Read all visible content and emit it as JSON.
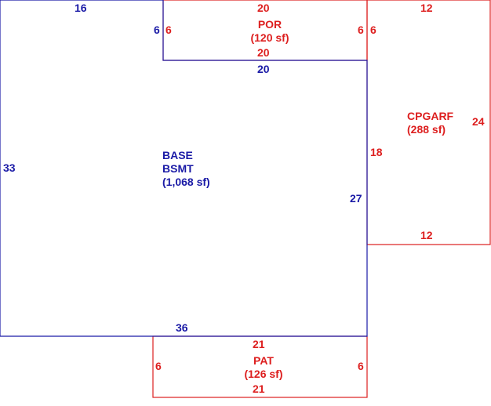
{
  "colors": {
    "base": "#1a1aa6",
    "addition": "#dd1f1f",
    "background": "#ffffff"
  },
  "areas": {
    "base": {
      "name": "BASE",
      "subname": "BSMT",
      "area": "(1,068 sf)"
    },
    "por": {
      "name": "POR",
      "area": "(120 sf)"
    },
    "cpgarf": {
      "name": "CPGARF",
      "area": "(288 sf)"
    },
    "pat": {
      "name": "PAT",
      "area": "(126 sf)"
    }
  },
  "dimensions": {
    "base": {
      "top": "16",
      "notch_left": "6",
      "notch_bottom": "20",
      "left": "33",
      "right": "27",
      "bottom": "36"
    },
    "por": {
      "top": "20",
      "left": "6",
      "right": "6",
      "bottom": "20"
    },
    "cpgarf": {
      "top": "12",
      "left_top": "6",
      "left": "18",
      "right": "24",
      "bottom": "12"
    },
    "pat": {
      "top": "21",
      "left": "6",
      "right": "6",
      "bottom": "21"
    }
  }
}
